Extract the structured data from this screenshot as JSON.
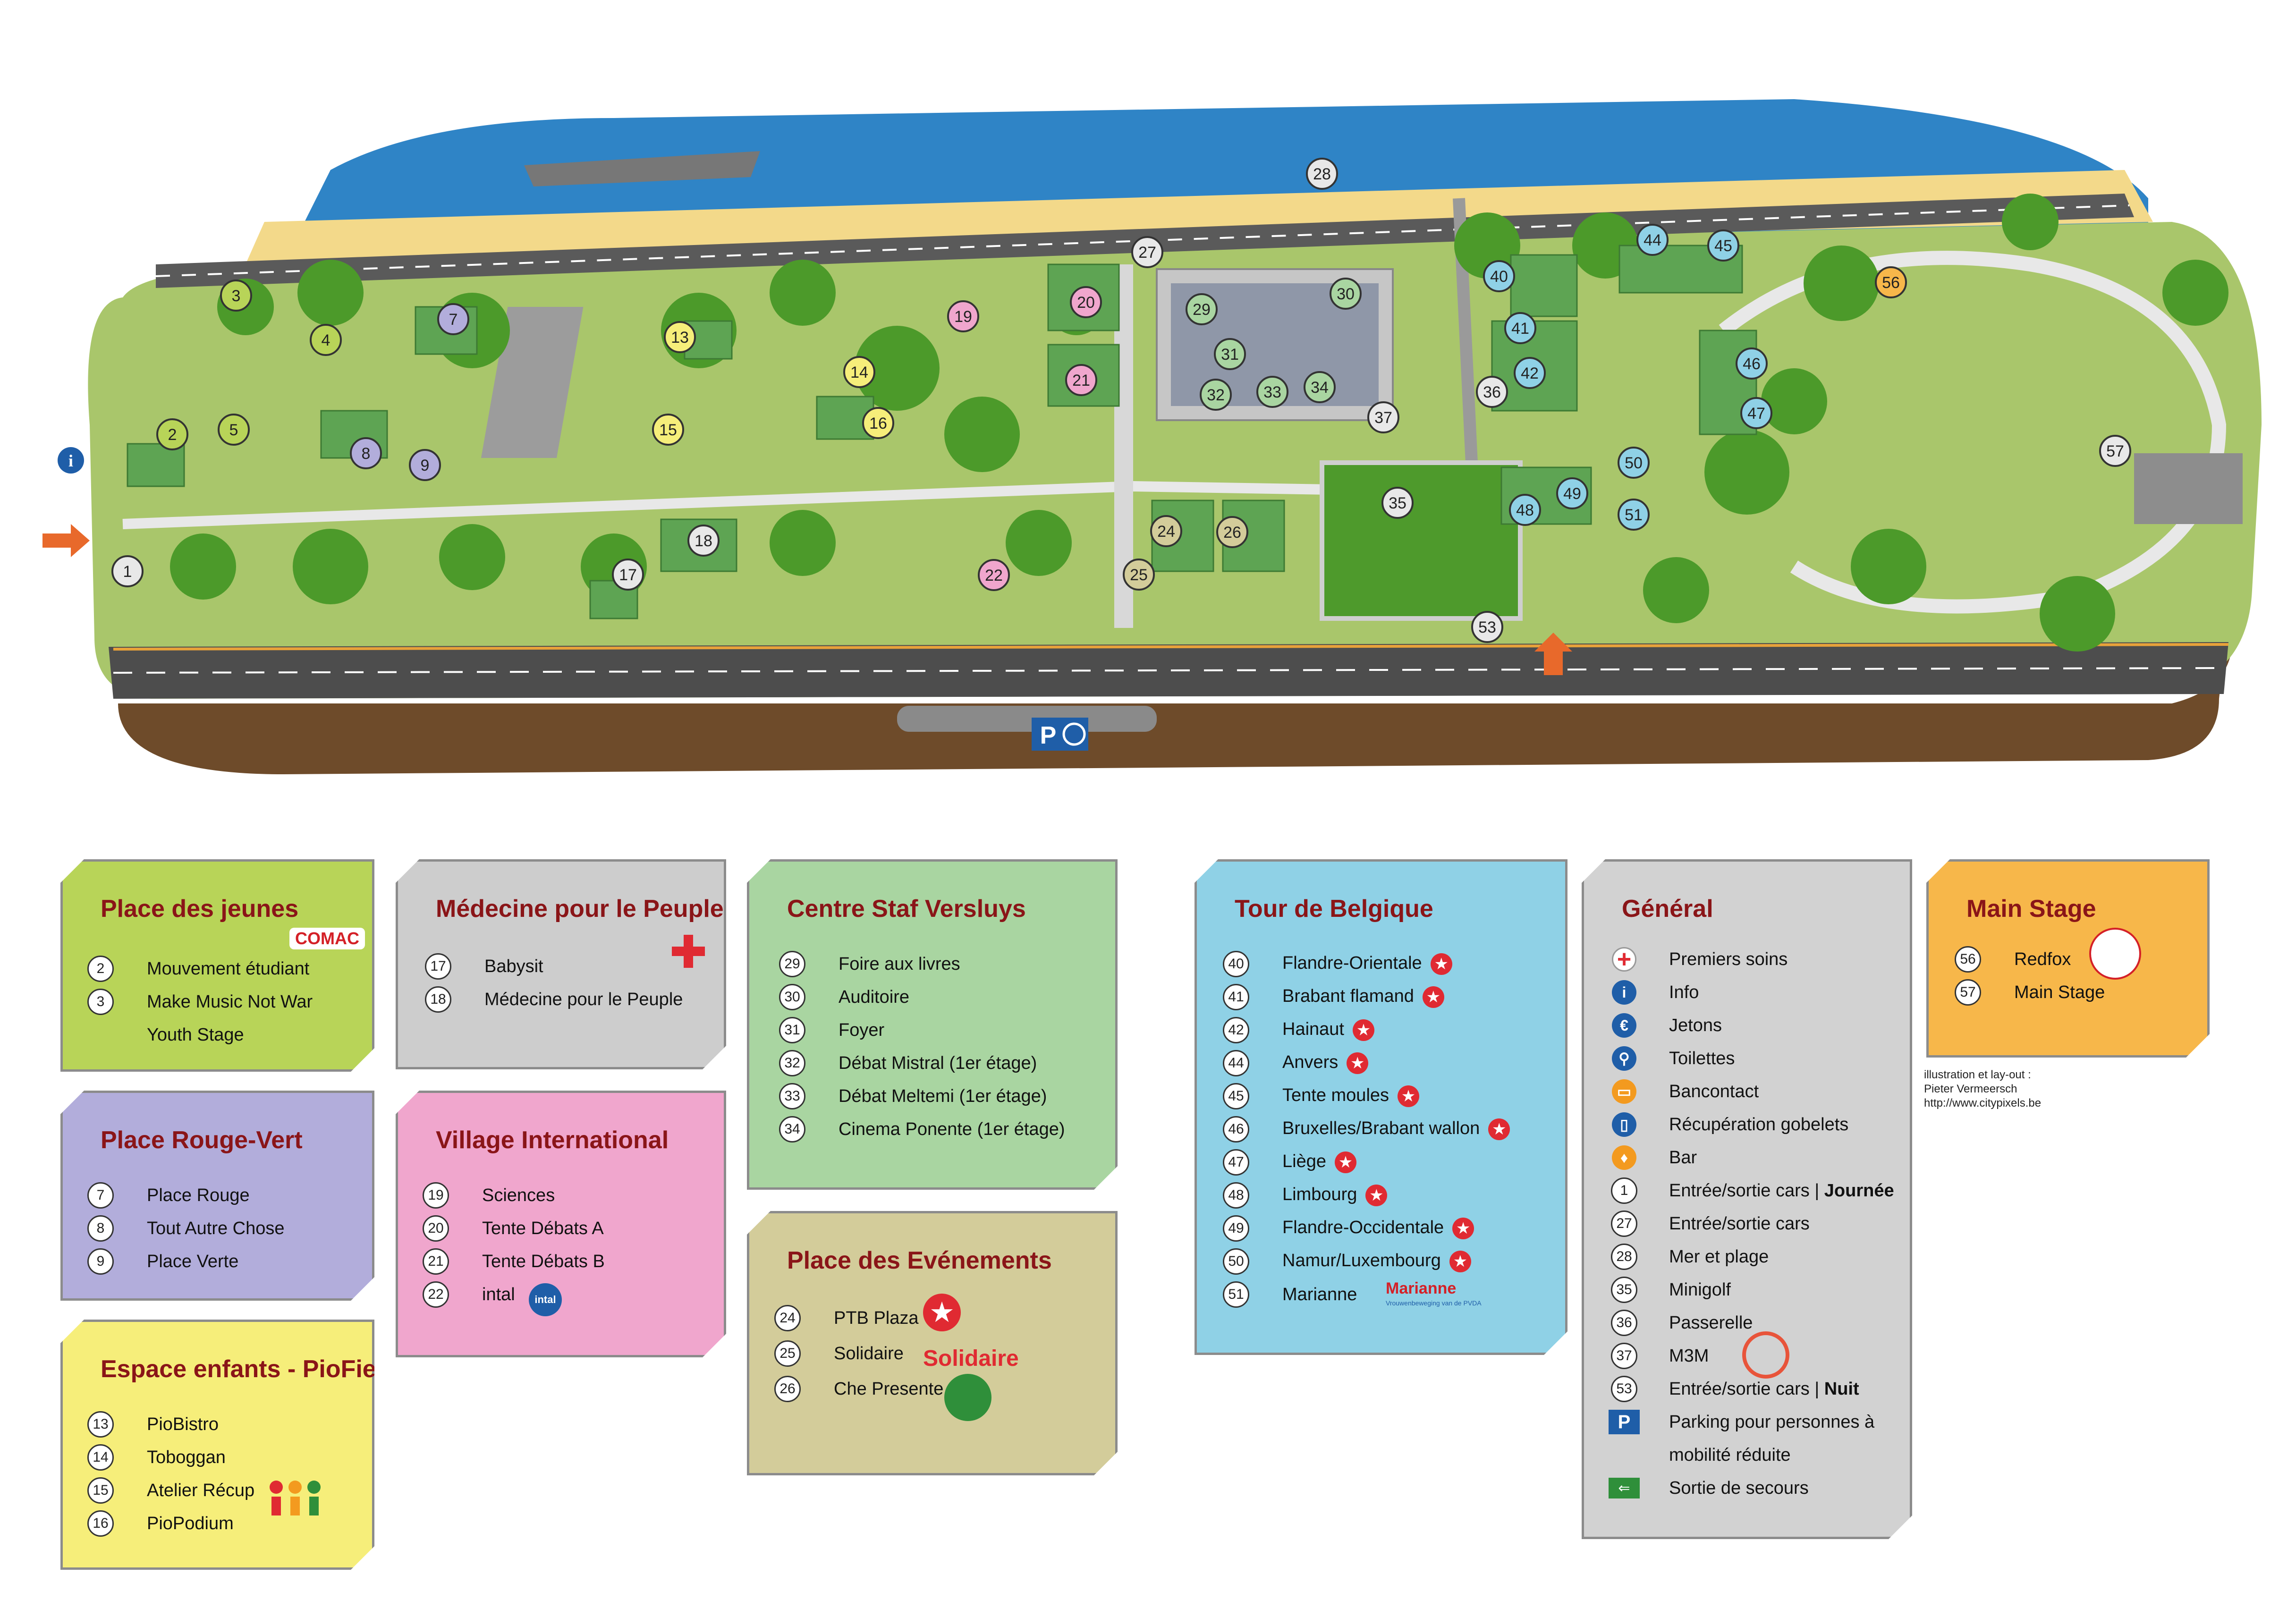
{
  "map": {
    "top_markers": [
      "28",
      "27",
      "3",
      "4",
      "7",
      "13",
      "19",
      "20",
      "21",
      "29",
      "30",
      "31",
      "32",
      "33",
      "34",
      "37",
      "40",
      "41",
      "42",
      "44",
      "45",
      "46",
      "47",
      "56",
      "36",
      "57",
      "14",
      "16",
      "15",
      "2",
      "5",
      "8",
      "9",
      "1",
      "17",
      "18",
      "22",
      "24",
      "26",
      "25",
      "35",
      "48",
      "49",
      "50",
      "51",
      "53"
    ],
    "parking_sign": "P"
  },
  "cards": {
    "jeunes": {
      "title": "Place des jeunes",
      "logo": "COMAC",
      "items": [
        {
          "num": "2",
          "label": "Mouvement étudiant"
        },
        {
          "num": "3",
          "label": "Make Music Not War"
        },
        {
          "num": "",
          "label": "Youth Stage"
        }
      ],
      "color": "#b8d458"
    },
    "medecine": {
      "title": "Médecine pour le Peuple",
      "items": [
        {
          "num": "17",
          "label": "Babysit"
        },
        {
          "num": "18",
          "label": "Médecine pour le Peuple"
        }
      ],
      "color": "#cdcdcd"
    },
    "staf": {
      "title": "Centre Staf Versluys",
      "items": [
        {
          "num": "29",
          "label": "Foire aux livres"
        },
        {
          "num": "30",
          "label": "Auditoire"
        },
        {
          "num": "31",
          "label": "Foyer"
        },
        {
          "num": "32",
          "label": "Débat Mistral (1er étage)"
        },
        {
          "num": "33",
          "label": "Débat Meltemi (1er étage)"
        },
        {
          "num": "34",
          "label": "Cinema Ponente (1er étage)"
        }
      ],
      "color": "#a9d5a1"
    },
    "belgique": {
      "title": "Tour de Belgique",
      "items": [
        {
          "num": "40",
          "label": "Flandre-Orientale"
        },
        {
          "num": "41",
          "label": "Brabant flamand"
        },
        {
          "num": "42",
          "label": "Hainaut"
        },
        {
          "num": "44",
          "label": "Anvers"
        },
        {
          "num": "45",
          "label": "Tente moules"
        },
        {
          "num": "46",
          "label": "Bruxelles/Brabant wallon"
        },
        {
          "num": "47",
          "label": "Liège"
        },
        {
          "num": "48",
          "label": "Limbourg"
        },
        {
          "num": "49",
          "label": "Flandre-Occidentale"
        },
        {
          "num": "50",
          "label": "Namur/Luxembourg"
        },
        {
          "num": "51",
          "label": "Marianne"
        }
      ],
      "marianne_logo": "Marianne",
      "marianne_sub": "Vrouwenbeweging van de PVDA",
      "color": "#8fd1e6"
    },
    "general": {
      "title": "Général",
      "items": [
        {
          "num": "",
          "icon": "first-aid-icon",
          "label": "Premiers soins"
        },
        {
          "num": "",
          "icon": "info-icon",
          "label": "Info"
        },
        {
          "num": "",
          "icon": "euro-icon",
          "label": "Jetons"
        },
        {
          "num": "",
          "icon": "toilets-icon",
          "label": "Toilettes"
        },
        {
          "num": "",
          "icon": "bancontact-icon",
          "label": "Bancontact"
        },
        {
          "num": "",
          "icon": "cup-return-icon",
          "label": "Récupération gobelets"
        },
        {
          "num": "",
          "icon": "bar-icon",
          "label": "Bar"
        },
        {
          "num": "1",
          "label": "Entrée/sortie cars | ",
          "bold": "Journée"
        },
        {
          "num": "27",
          "label": "Entrée/sortie cars"
        },
        {
          "num": "28",
          "label": "Mer et plage"
        },
        {
          "num": "35",
          "label": "Minigolf"
        },
        {
          "num": "36",
          "label": "Passerelle"
        },
        {
          "num": "37",
          "label": "M3M"
        },
        {
          "num": "53",
          "label": "Entrée/sortie cars | ",
          "bold": "Nuit"
        },
        {
          "num": "",
          "icon": "parking-icon",
          "label": "Parking pour personnes à"
        },
        {
          "num": "",
          "label": "mobilité réduite"
        },
        {
          "num": "",
          "icon": "exit-icon",
          "label": "Sortie de secours"
        }
      ],
      "color": "#d2d2d2"
    },
    "mainstage": {
      "title": "Main Stage",
      "items": [
        {
          "num": "56",
          "label": "Redfox"
        },
        {
          "num": "57",
          "label": "Main Stage"
        }
      ],
      "color": "#f7b74a"
    },
    "rougevert": {
      "title": "Place Rouge-Vert",
      "items": [
        {
          "num": "7",
          "label": "Place Rouge"
        },
        {
          "num": "8",
          "label": "Tout Autre Chose"
        },
        {
          "num": "9",
          "label": "Place Verte"
        }
      ],
      "color": "#b2addb"
    },
    "village": {
      "title": "Village International",
      "items": [
        {
          "num": "19",
          "label": "Sciences"
        },
        {
          "num": "20",
          "label": "Tente Débats A"
        },
        {
          "num": "21",
          "label": "Tente Débats B"
        },
        {
          "num": "22",
          "label": "intal"
        }
      ],
      "intal_logo": "intal",
      "color": "#f0a6cd"
    },
    "evenements": {
      "title": "Place des Evénements",
      "items": [
        {
          "num": "24",
          "label": "PTB Plaza"
        },
        {
          "num": "25",
          "label": "Solidaire"
        },
        {
          "num": "26",
          "label": "Che Presente"
        }
      ],
      "solidaire_logo": "Solidaire",
      "color": "#d3cc9a"
    },
    "enfants": {
      "title": "Espace enfants - PioFiesta",
      "items": [
        {
          "num": "13",
          "label": "PioBistro"
        },
        {
          "num": "14",
          "label": "Toboggan"
        },
        {
          "num": "15",
          "label": "Atelier Récup"
        },
        {
          "num": "16",
          "label": "PioPodium"
        }
      ],
      "color": "#f6ee7a"
    }
  },
  "credit": {
    "line1": "illustration et lay-out :",
    "line2": "Pieter Vermeersch",
    "line3": "http://www.citypixels.be"
  }
}
